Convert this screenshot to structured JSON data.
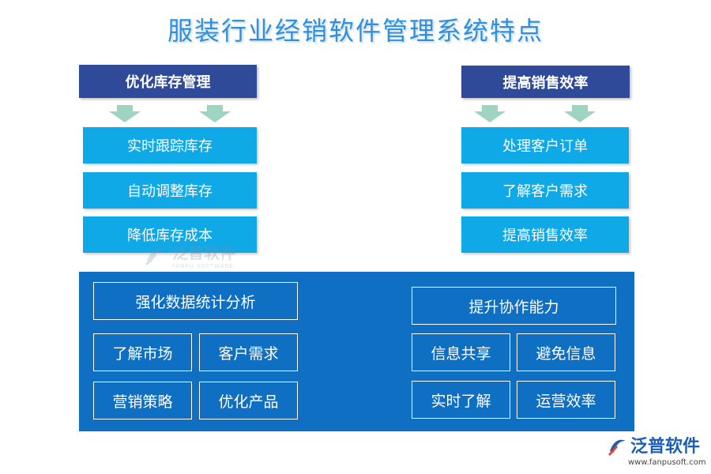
{
  "title": "服装行业经销软件管理系统特点",
  "left_section": {
    "header": "优化库存管理",
    "items": [
      "实时跟踪库存",
      "自动调整库存",
      "降低库存成本"
    ]
  },
  "right_section": {
    "header": "提高销售效率",
    "items": [
      "处理客户订单",
      "了解客户需求",
      "提高销售效率"
    ]
  },
  "bottom_left": {
    "header": "强化数据统计分析",
    "items": [
      "了解市场",
      "客户需求",
      "营销策略",
      "优化产品"
    ]
  },
  "bottom_right": {
    "header": "提升协作能力",
    "items": [
      "信息共享",
      "避免信息",
      "实时了解",
      "运营效率"
    ]
  },
  "watermark": {
    "name": "泛普软件",
    "sub": "FANPU SOFTWARE"
  },
  "logo": {
    "name": "泛普软件",
    "url": "www.fanpusoft.com"
  },
  "colors": {
    "title": "#2f8fe0",
    "header_bg": "#2e4a99",
    "item_bg": "#0fa9e8",
    "panel_bg": "#0f6fc2",
    "arrow": "#9fd3c2"
  }
}
